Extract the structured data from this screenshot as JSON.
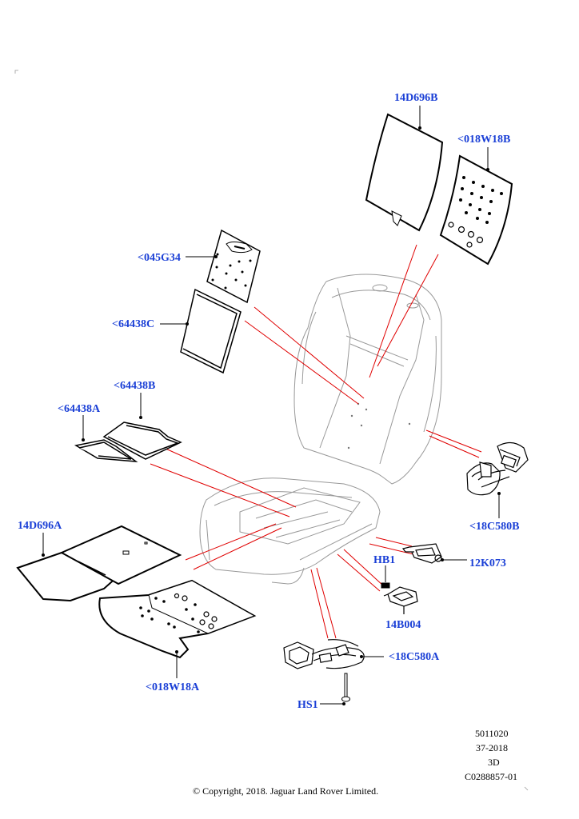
{
  "callouts": {
    "c_14D696B": "14D696B",
    "c_018W18B": "<018W18B",
    "c_045G34": "<045G34",
    "c_64438C": "<64438C",
    "c_64438B": "<64438B",
    "c_64438A": "<64438A",
    "c_14D696A": "14D696A",
    "c_18C580B": "<18C580B",
    "c_HB1": "HB1",
    "c_12K073": "12K073",
    "c_14B004": "14B004",
    "c_18C580A": "<18C580A",
    "c_HS1": "HS1",
    "c_018W18A": "<018W18A"
  },
  "meta": {
    "line1": "5011020",
    "line2": "37-2018",
    "line3": "3D",
    "line4": "C0288857-01"
  },
  "copyright": "© Copyright, 2018. Jaguar Land Rover Limited.",
  "colors": {
    "callout": "#1a3fd6",
    "leader": "#e00000",
    "outline": "#000000",
    "ghost": "#aaaaaa"
  }
}
